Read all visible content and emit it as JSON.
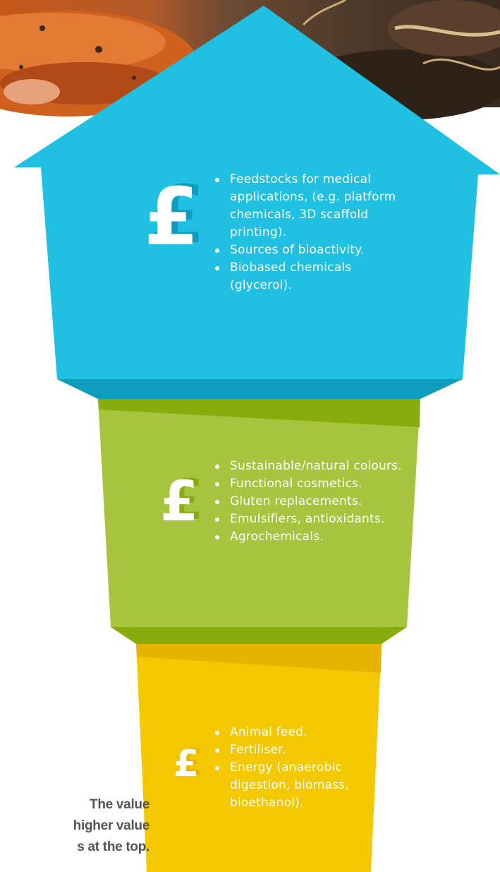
{
  "colors": {
    "top_tier": "#1fc0e1",
    "top_tier_dark": "#0e9dbf",
    "middle_tier": "#a6c43d",
    "middle_tier_dark": "#86ad0c",
    "bottom_tier": "#f4c800",
    "bottom_tier_dark": "#e6b400",
    "side_text": "#545454"
  },
  "hero_image": {
    "icon": "carrots-in-soil-photo"
  },
  "tiers": [
    {
      "id": "top",
      "symbol": "£",
      "items": [
        "Feedstocks for medical applications, (e.g. platform chemicals, 3D scaffold printing).",
        "Sources of bioactivity.",
        "Biobased chemicals (glycerol)."
      ]
    },
    {
      "id": "middle",
      "symbol": "£",
      "items": [
        "Sustainable/natural colours.",
        "Functional cosmetics.",
        "Gluten replacements.",
        "Emulsifiers, antioxidants.",
        "Agrochemicals."
      ]
    },
    {
      "id": "bottom",
      "symbol": "£",
      "items": [
        "Animal feed.",
        "Fertiliser.",
        "Energy (anaerobic digestion, biomass, bioethanol)."
      ]
    }
  ],
  "side_text": {
    "lines": [
      "The value",
      "higher value",
      "s at the top."
    ]
  }
}
